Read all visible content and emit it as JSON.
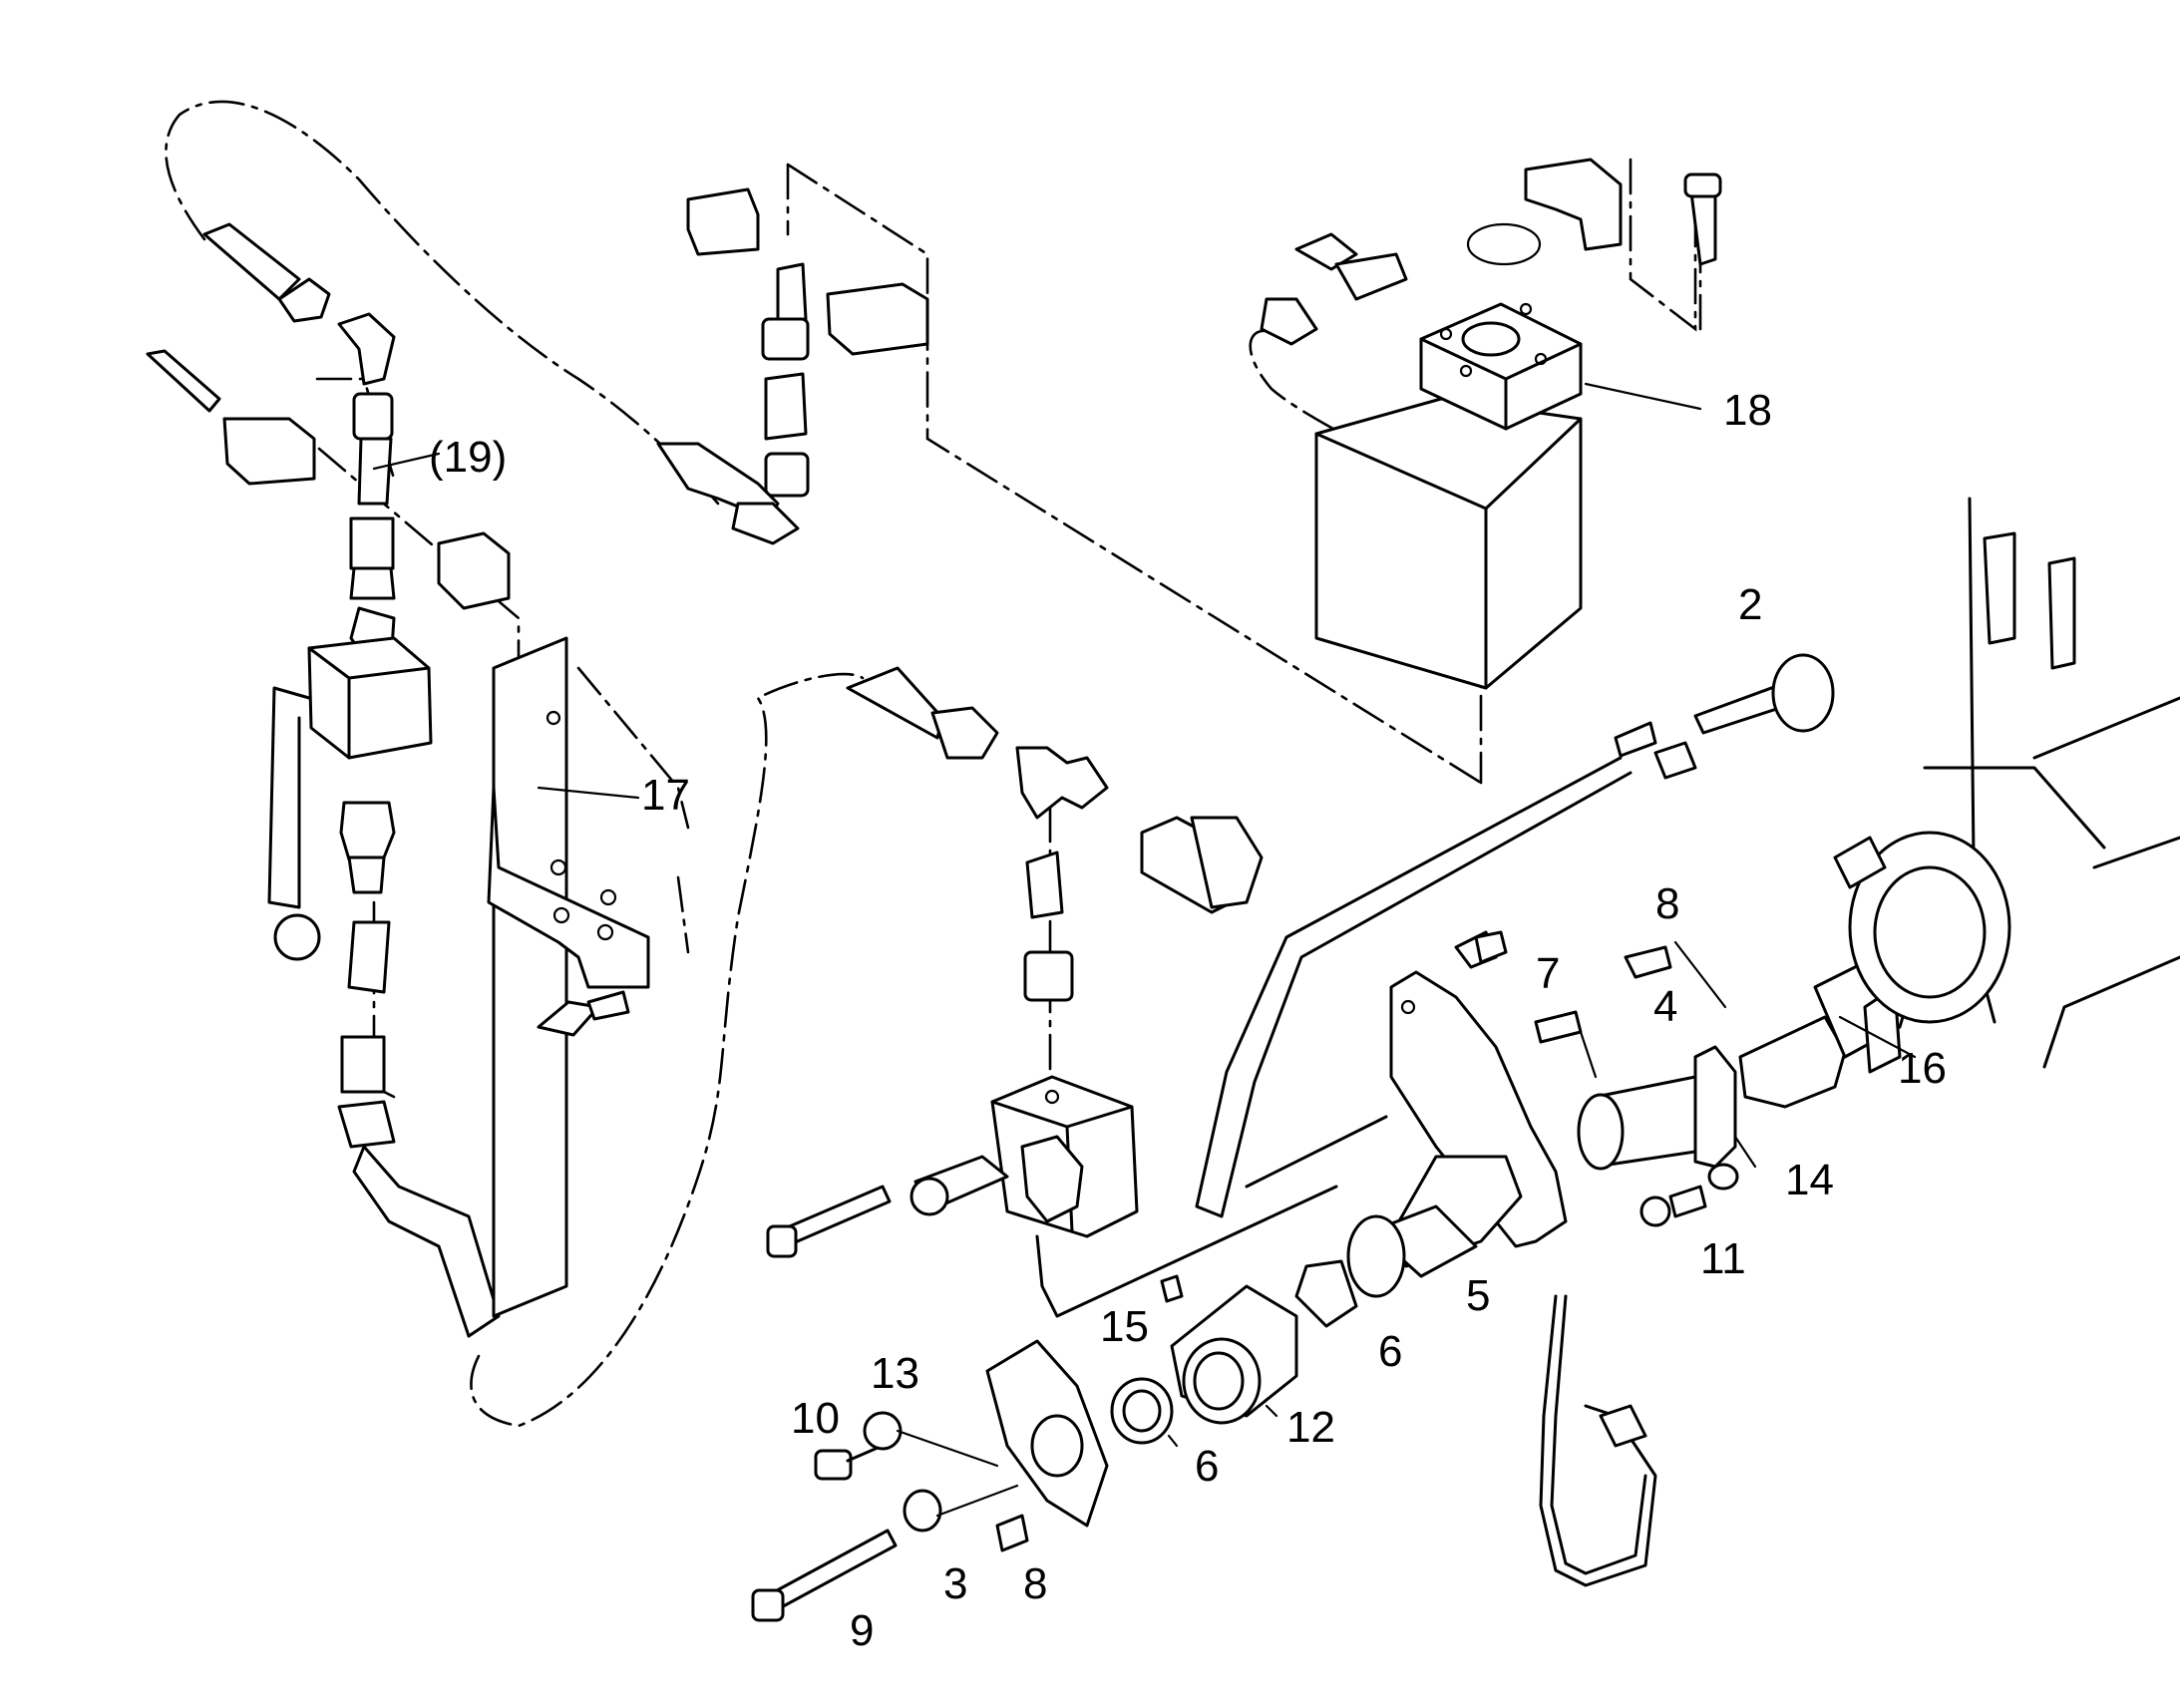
{
  "diagram": {
    "callouts": {
      "c19": "(19)",
      "c18": "18",
      "c17": "17",
      "c2": "2",
      "c8a": "8",
      "c7": "7",
      "c4": "4",
      "c16": "16",
      "c14": "14",
      "c11": "11",
      "c5": "5",
      "c6a": "6",
      "c15": "15",
      "c12": "12",
      "c13": "13",
      "c10": "10",
      "c6b": "6",
      "c3": "3",
      "c8b": "8",
      "c9": "9"
    }
  }
}
